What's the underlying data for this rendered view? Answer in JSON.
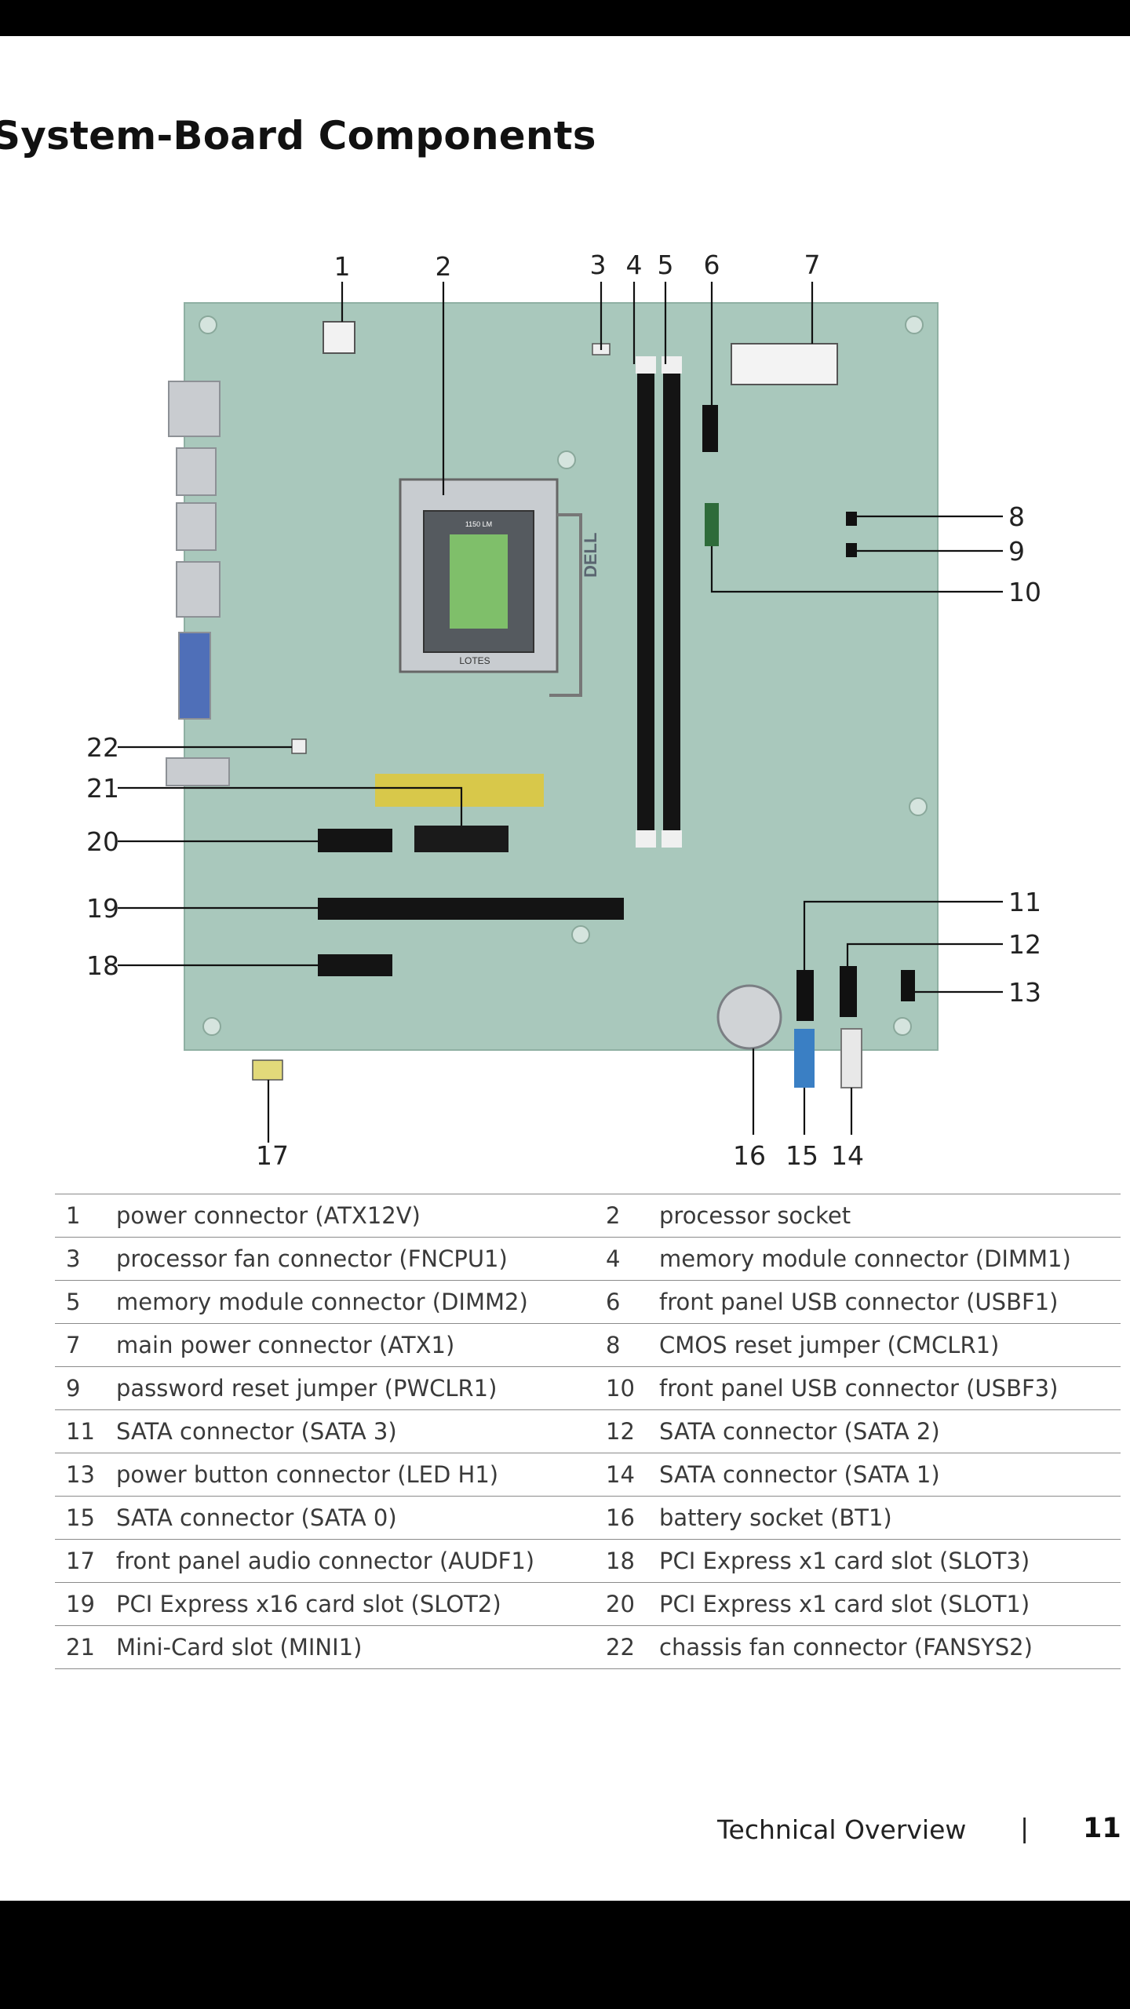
{
  "title": "System-Board Components",
  "callouts": [
    {
      "n": "1"
    },
    {
      "n": "2"
    },
    {
      "n": "3"
    },
    {
      "n": "4"
    },
    {
      "n": "5"
    },
    {
      "n": "6"
    },
    {
      "n": "7"
    },
    {
      "n": "8"
    },
    {
      "n": "9"
    },
    {
      "n": "10"
    },
    {
      "n": "11"
    },
    {
      "n": "12"
    },
    {
      "n": "13"
    },
    {
      "n": "14"
    },
    {
      "n": "15"
    },
    {
      "n": "16"
    },
    {
      "n": "17"
    },
    {
      "n": "18"
    },
    {
      "n": "19"
    },
    {
      "n": "20"
    },
    {
      "n": "21"
    },
    {
      "n": "22"
    }
  ],
  "board_text": {
    "brand": "DELL",
    "socket_top": "1150 LM",
    "socket_bottom": "LOTES"
  },
  "components": [
    {
      "n1": "1",
      "d1": "power connector (ATX12V)",
      "n2": "2",
      "d2": "processor socket"
    },
    {
      "n1": "3",
      "d1": "processor fan connector (FNCPU1)",
      "n2": "4",
      "d2": "memory module connector (DIMM1)"
    },
    {
      "n1": "5",
      "d1": "memory module connector (DIMM2)",
      "n2": "6",
      "d2": "front panel USB connector (USBF1)"
    },
    {
      "n1": "7",
      "d1": "main power connector (ATX1)",
      "n2": "8",
      "d2": "CMOS reset jumper (CMCLR1)"
    },
    {
      "n1": "9",
      "d1": "password reset jumper (PWCLR1)",
      "n2": "10",
      "d2": "front panel USB connector (USBF3)"
    },
    {
      "n1": "11",
      "d1": "SATA connector (SATA 3)",
      "n2": "12",
      "d2": "SATA connector (SATA 2)"
    },
    {
      "n1": "13",
      "d1": "power button connector (LED H1)",
      "n2": "14",
      "d2": "SATA connector (SATA 1)"
    },
    {
      "n1": "15",
      "d1": "SATA connector (SATA 0)",
      "n2": "16",
      "d2": "battery socket (BT1)"
    },
    {
      "n1": "17",
      "d1": "front panel audio connector (AUDF1)",
      "n2": "18",
      "d2": "PCI Express x1 card slot (SLOT3)"
    },
    {
      "n1": "19",
      "d1": "PCI Express x16 card slot (SLOT2)",
      "n2": "20",
      "d2": "PCI Express x1 card slot (SLOT1)"
    },
    {
      "n1": "21",
      "d1": "Mini-Card slot (MINI1)",
      "n2": "22",
      "d2": "chassis fan connector (FANSYS2)"
    }
  ],
  "footer": {
    "section": "Technical Overview",
    "separator": "|",
    "page": "11"
  },
  "colors": {
    "board": "#a9c8bc",
    "slot": "#141414",
    "sata_blue": "#3a7fc4",
    "yellow_strip": "#d8c84a"
  }
}
